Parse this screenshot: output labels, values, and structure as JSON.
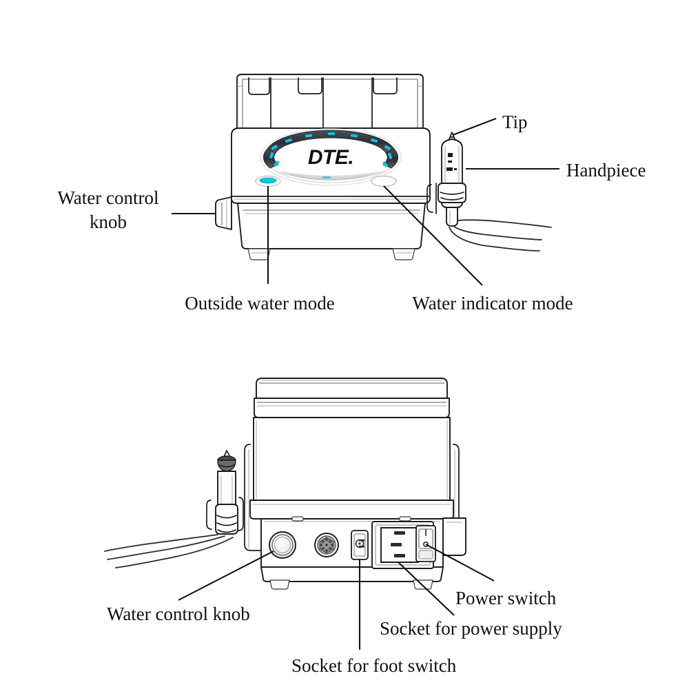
{
  "figure": {
    "title": "DTE ultrasonic scaler unit — front and rear callout diagram",
    "background_color": "#ffffff",
    "line_color": "#111111",
    "accent_color": "#00c8e0",
    "panel_grey": "#d8d8d8",
    "ring_dark": "#3b3f44"
  },
  "brand": {
    "logo_text": "DTE."
  },
  "front_view": {
    "name": "front-view",
    "callouts": [
      {
        "id": "water-control-knob",
        "label_line_1": "Water control",
        "label_line_2": "knob",
        "leader": "horizontal",
        "side": "left"
      },
      {
        "id": "tip",
        "label_line_1": "Tip",
        "label_line_2": "",
        "leader": "diagonal",
        "side": "right"
      },
      {
        "id": "handpiece",
        "label_line_1": "Handpiece",
        "label_line_2": "",
        "leader": "horizontal",
        "side": "right"
      },
      {
        "id": "outside-water-mode",
        "label_line_1": "Outside water mode",
        "label_line_2": "",
        "leader": "vertical",
        "side": "bottom"
      },
      {
        "id": "water-indicator-mode",
        "label_line_1": "Water indicator mode",
        "label_line_2": "",
        "leader": "diagonal",
        "side": "bottom"
      }
    ],
    "indicators": {
      "outside_water_mode_lit": "on",
      "water_indicator_mode_lit": "off"
    }
  },
  "rear_view": {
    "name": "rear-view",
    "callouts": [
      {
        "id": "water-control-knob-rear",
        "label_line_1": "Water control knob",
        "leader": "diagonal",
        "side": "bottom-left"
      },
      {
        "id": "socket-for-foot-switch",
        "label_line_1": "Socket for foot switch",
        "leader": "vertical",
        "side": "bottom"
      },
      {
        "id": "socket-for-power-supply",
        "label_line_1": "Socket for power supply",
        "leader": "diagonal",
        "side": "bottom-right"
      },
      {
        "id": "power-switch",
        "label_line_1": "Power switch",
        "leader": "diagonal",
        "side": "right"
      }
    ]
  }
}
